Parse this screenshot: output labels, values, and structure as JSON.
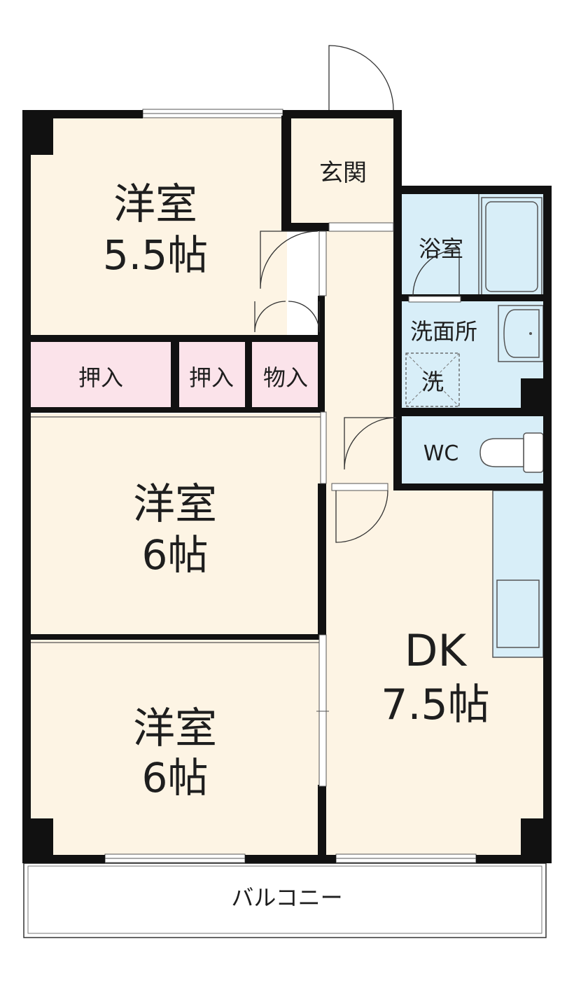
{
  "floor_plan": {
    "rooms": {
      "west_top": {
        "name": "洋室",
        "size": "5.5帖"
      },
      "west_mid": {
        "name": "洋室",
        "size": "6帖"
      },
      "west_bottom": {
        "name": "洋室",
        "size": "6帖"
      },
      "dk": {
        "name": "DK",
        "size": "7.5帖"
      },
      "entrance": {
        "name": "玄関"
      },
      "bath": {
        "name": "浴室"
      },
      "washroom": {
        "name": "洗面所"
      },
      "washer": {
        "name": "洗"
      },
      "toilet": {
        "name": "WC"
      },
      "closet_1": {
        "name": "押入"
      },
      "closet_2": {
        "name": "押入"
      },
      "storage": {
        "name": "物入"
      },
      "balcony": {
        "name": "バルコニー"
      }
    },
    "colors": {
      "room_floor": "#fdf4e4",
      "wet_area": "#d8eef8",
      "closet": "#fbe3ea",
      "wall": "#111111"
    }
  }
}
